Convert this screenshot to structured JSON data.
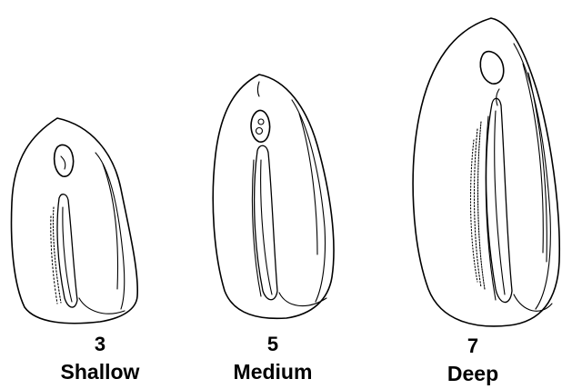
{
  "grains": [
    {
      "id": "shallow",
      "number": "3",
      "label": "Shallow"
    },
    {
      "id": "medium",
      "number": "5",
      "label": "Medium"
    },
    {
      "id": "deep",
      "number": "7",
      "label": "Deep"
    }
  ]
}
